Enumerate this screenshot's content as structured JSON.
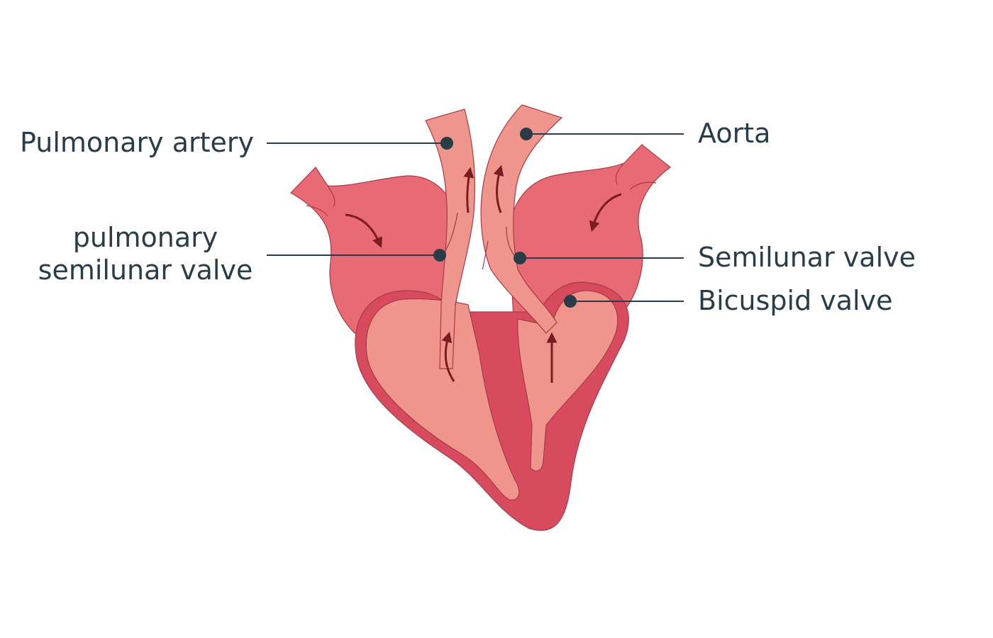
{
  "diagram": {
    "labels": {
      "pulmonary_artery": "Pulmonary artery",
      "pulmonary_semilunar_line1": "pulmonary",
      "pulmonary_semilunar_line2": "semilunar valve",
      "aorta": "Aorta",
      "semilunar_valve": "Semilunar valve",
      "bicuspid_valve": "Bicuspid valve"
    },
    "colors": {
      "text": "#283d47",
      "leader_line": "#283d47",
      "atrium": "#e86a74",
      "ventricle_wall": "#d84b5e",
      "chamber_inner": "#f0958b",
      "vessel": "#f0958b",
      "outline": "#a53a48",
      "arrow": "#7a1c22"
    }
  }
}
